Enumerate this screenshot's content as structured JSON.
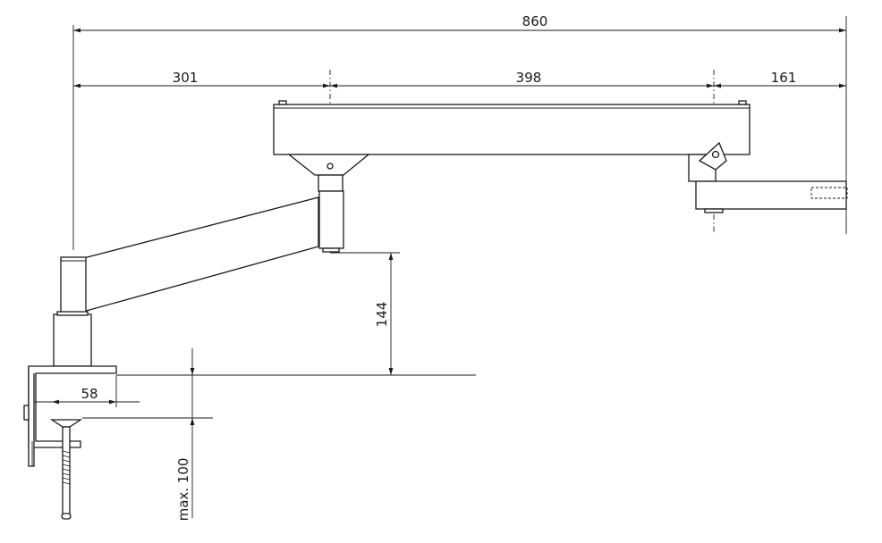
{
  "dimensions": {
    "total_reach": "860",
    "segment_1": "301",
    "segment_2": "398",
    "segment_3": "161",
    "height": "144",
    "clamp_width": "58",
    "clamp_max_opening": "max. 100"
  }
}
